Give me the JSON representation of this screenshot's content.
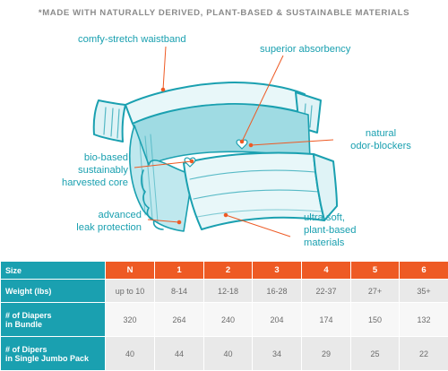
{
  "headline": "*MADE WITH NATURALLY DERIVED, PLANT-BASED & SUSTAINABLE MATERIALS",
  "callouts": {
    "waistband": "comfy-stretch waistband",
    "absorbency": "superior absorbency",
    "odor": [
      "natural",
      "odor-blockers"
    ],
    "core": [
      "bio-based",
      "sustainably",
      "harvested core"
    ],
    "leak": [
      "advanced",
      "leak protection"
    ],
    "materials": [
      "ultra soft,",
      "plant-based",
      "materials"
    ]
  },
  "colors": {
    "accent_teal": "#1aa0b0",
    "accent_orange": "#ee5a24",
    "text_gray": "#8a8a8a"
  },
  "table": {
    "size_label": "Size",
    "sizes": [
      "N",
      "1",
      "2",
      "3",
      "4",
      "5",
      "6"
    ],
    "rows": [
      {
        "label": [
          "Weight (lbs)"
        ],
        "values": [
          "up to 10",
          "8-14",
          "12-18",
          "16-28",
          "22-37",
          "27+",
          "35+"
        ]
      },
      {
        "label": [
          "# of Diapers",
          "in Bundle"
        ],
        "values": [
          "320",
          "264",
          "240",
          "204",
          "174",
          "150",
          "132"
        ]
      },
      {
        "label": [
          "# of Dipers",
          "in Single Jumbo Pack"
        ],
        "values": [
          "40",
          "44",
          "40",
          "34",
          "29",
          "25",
          "22"
        ]
      }
    ]
  }
}
